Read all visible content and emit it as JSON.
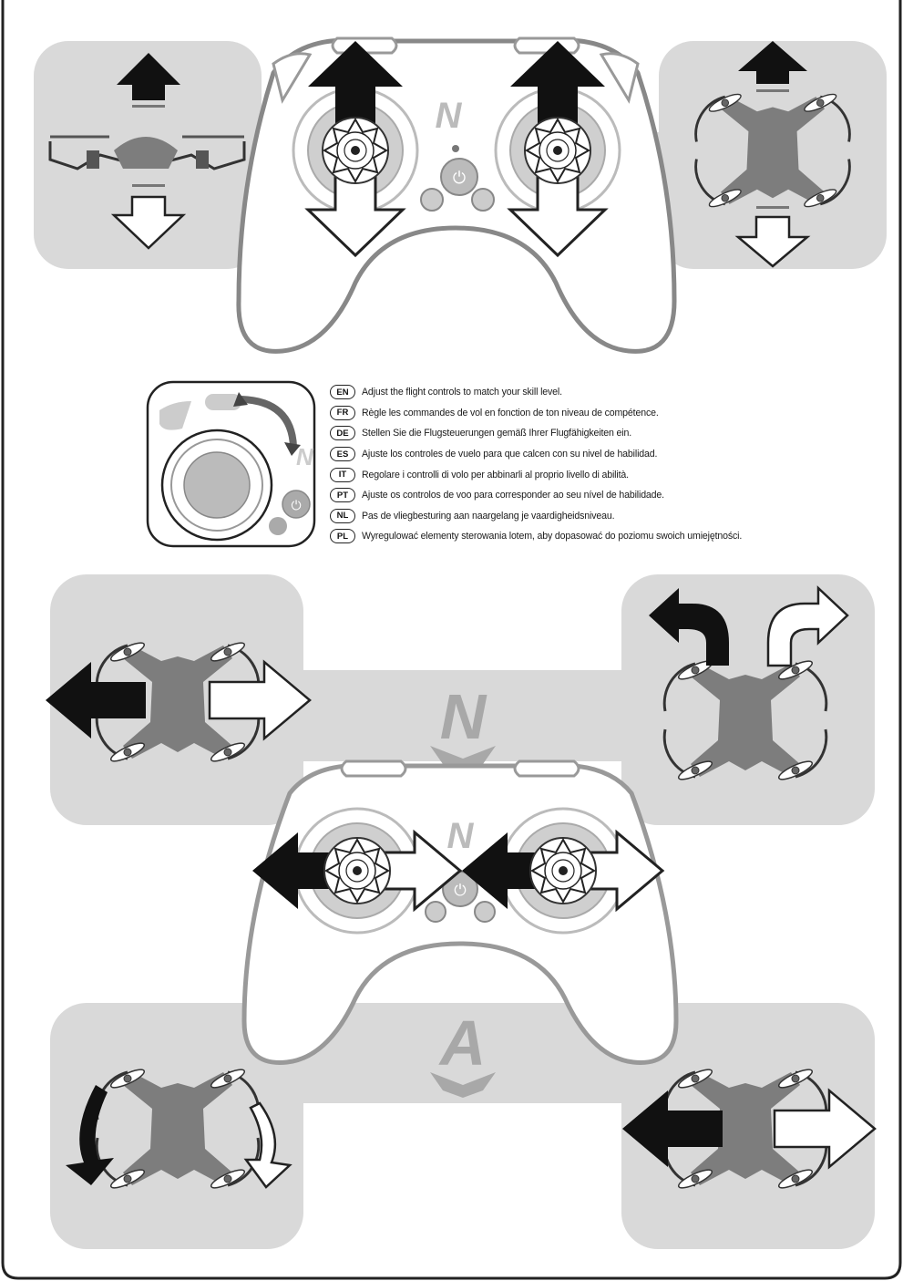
{
  "instructions": [
    {
      "code": "EN",
      "text": "Adjust the flight controls to match your skill level."
    },
    {
      "code": "FR",
      "text": "Règle les commandes de vol en fonction de ton niveau de compétence."
    },
    {
      "code": "DE",
      "text": "Stellen Sie die Flugsteuerungen gemäß Ihrer Flugfähigkeiten ein."
    },
    {
      "code": "ES",
      "text": "Ajuste los controles de vuelo para que calcen con su nivel de habilidad."
    },
    {
      "code": "IT",
      "text": "Regolare i controlli di volo per abbinarli al proprio livello di abilità."
    },
    {
      "code": "PT",
      "text": "Ajuste os controlos de voo para corresponder ao seu nível de habilidade."
    },
    {
      "code": "NL",
      "text": "Pas de vliegbesturing aan naargelang je vaardigheidsniveau."
    },
    {
      "code": "PL",
      "text": "Wyregulować elementy sterowania lotem, aby dopasować do poziomu swoich umiejętności."
    }
  ],
  "mode_marks": {
    "novice": "N",
    "advanced": "A"
  },
  "colors": {
    "panel": "#d9d9d9",
    "drone": "#7d7d7d",
    "arrow_dark": "#111111",
    "outline": "#555555"
  },
  "icons": [
    "up-arrow-icon",
    "down-arrow-icon",
    "left-arrow-icon",
    "right-arrow-icon",
    "turn-left-arrow-icon",
    "turn-right-arrow-icon",
    "power-icon",
    "joystick-icon",
    "drone-icon",
    "gamepad-icon"
  ]
}
